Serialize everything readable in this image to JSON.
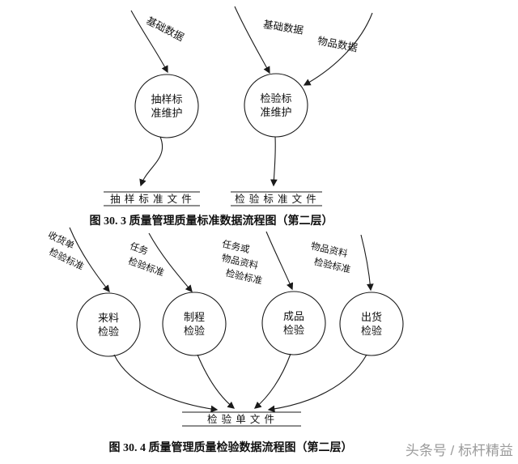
{
  "figure_top": {
    "caption": "图 30. 3  质量管理质量标准数据流程图（第二层）",
    "flow_labels": {
      "basic_data_left": "基础数据",
      "basic_data_mid": "基础数据",
      "item_data": "物品数据"
    },
    "processes": {
      "sampling": {
        "line1": "抽样标",
        "line2": "准维护"
      },
      "inspection": {
        "line1": "检验标",
        "line2": "准维护"
      }
    },
    "stores": {
      "sampling_file": "抽 样 标 准 文 件",
      "inspection_file": "检 验 标 准 文 件"
    }
  },
  "figure_bottom": {
    "caption": "图 30. 4  质量管理质量检验数据流程图（第二层）",
    "flow_labels": {
      "receipt": {
        "line1": "收货单",
        "line2": "检验标准"
      },
      "task": {
        "line1": "任务",
        "line2": "检验标准"
      },
      "task_or_item": {
        "line1": "任务或",
        "line2": "物品资料",
        "line3": "检验标准"
      },
      "item": {
        "line1": "物品资料",
        "line2": "检验标准"
      }
    },
    "processes": {
      "incoming": {
        "line1": "来料",
        "line2": "检验"
      },
      "process": {
        "line1": "制程",
        "line2": "检验"
      },
      "finished": {
        "line1": "成品",
        "line2": "检验"
      },
      "shipment": {
        "line1": "出货",
        "line2": "检验"
      }
    },
    "store": "检 验 单 文 件"
  },
  "watermark": {
    "text": "头条号 / 标杆精益"
  },
  "colors": {
    "line": "#1a1a1a",
    "watermark": "#9b9b9b"
  }
}
